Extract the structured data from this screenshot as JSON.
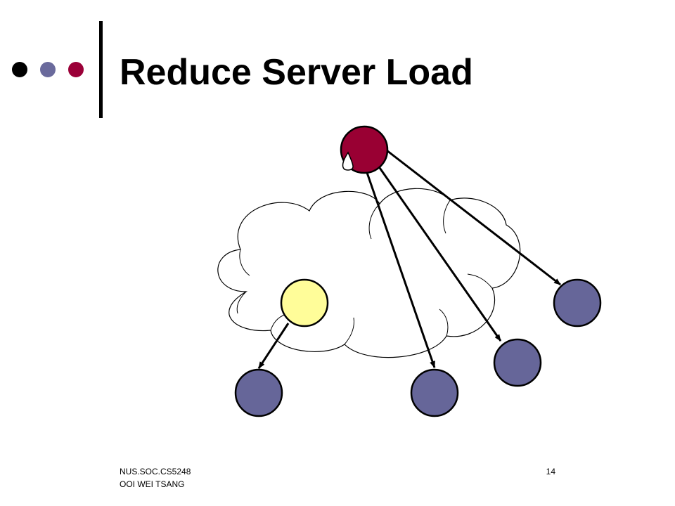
{
  "slide": {
    "title": "Reduce Server Load",
    "footer": {
      "line1": "NUS.SOC.CS5248",
      "line2": "OOI WEI TSANG",
      "page_number": "14"
    }
  },
  "colors": {
    "bullet_black": "#000000",
    "bullet_blue": "#6a6a9c",
    "bullet_red": "#9b0038",
    "server_node": "#990033",
    "peer_node": "#fffd99",
    "client_node": "#666699",
    "cloud_fill": "#ffffff",
    "stroke": "#000000"
  },
  "diagram": {
    "nodes": [
      {
        "id": "server",
        "role": "server"
      },
      {
        "id": "peer",
        "role": "peer"
      },
      {
        "id": "client-1",
        "role": "client"
      },
      {
        "id": "client-2",
        "role": "client"
      },
      {
        "id": "client-3",
        "role": "client"
      },
      {
        "id": "client-4",
        "role": "client"
      }
    ],
    "edges": [
      {
        "from": "server",
        "to": "client-1"
      },
      {
        "from": "server",
        "to": "client-2"
      },
      {
        "from": "server",
        "to": "client-3"
      },
      {
        "from": "peer",
        "to": "client-4"
      }
    ]
  }
}
